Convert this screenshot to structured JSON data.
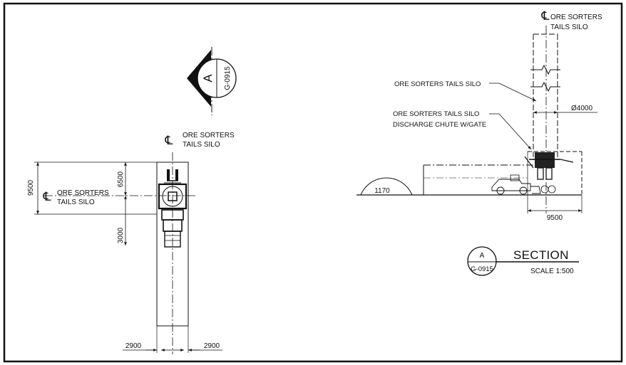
{
  "plan": {
    "centerline_label": [
      "ORE SORTERS",
      "TAILS SILO"
    ],
    "side_centerline_label": [
      "ORE SORTERS",
      "TAILS SILO"
    ],
    "dim_total_height": "9500",
    "dim_upper": "6500",
    "dim_lower": "3000",
    "dim_left_width": "2900",
    "dim_right_width": "2900",
    "section_marker": {
      "letter": "A",
      "sheet": "G-0915"
    }
  },
  "section": {
    "centerline_label": [
      "ORE SORTERS",
      "TAILS SILO"
    ],
    "silo_label": "ORE SORTERS TAILS SILO",
    "chute_label": [
      "ORE SORTERS TAILS SILO",
      "DISCHARGE CHUTE W/GATE"
    ],
    "dim_diameter": "Ø4000",
    "dim_arc": "1170",
    "dim_width": "9500"
  },
  "title_block": {
    "marker_letter": "A",
    "marker_sheet": "G-0915",
    "title": "SECTION",
    "scale": "SCALE 1:500"
  },
  "symbols": {
    "centerline": "℄"
  }
}
